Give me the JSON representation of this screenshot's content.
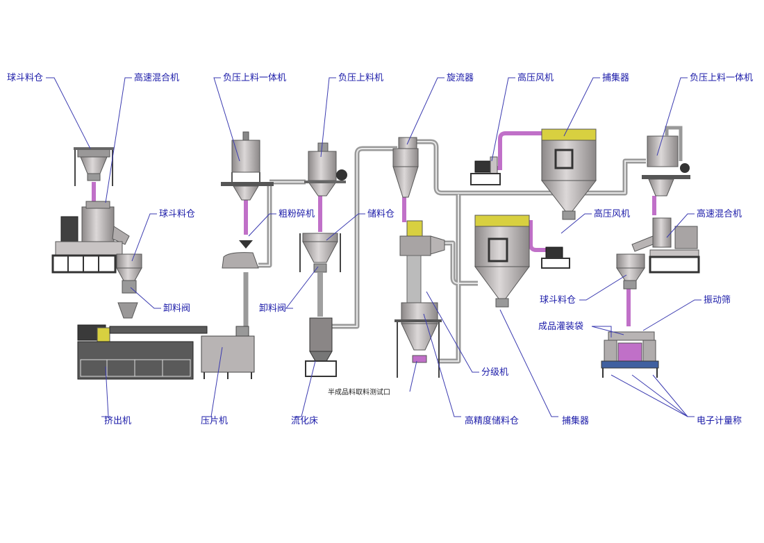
{
  "labels": {
    "hopper_1": "球斗料仓",
    "mixer_1": "高速混合机",
    "loader_integrated_1": "负压上料一体机",
    "loader_1": "负压上料机",
    "cyclone": "旋流器",
    "blower_1": "高压风机",
    "collector_1": "捕集器",
    "loader_integrated_2": "负压上料一体机",
    "hopper_2": "球斗料仓",
    "crusher": "粗粉碎机",
    "storage_bin": "储料仓",
    "blower_2": "高压风机",
    "mixer_2": "高速混合机",
    "discharge_valve_1": "卸料阀",
    "discharge_valve_2": "卸料阀",
    "hopper_3": "球斗料仓",
    "vibrating_screen": "振动筛",
    "finished_bagging": "成品灌装袋",
    "classifier": "分级机",
    "sampling_port": "半成品料取料测试口",
    "extruder": "挤出机",
    "tablet_press": "压片机",
    "fluid_bed": "流化床",
    "precision_bin": "高精度储料仓",
    "collector_2": "捕集器",
    "scale": "电子计量称"
  },
  "colors": {
    "label_text": "#1a1aa8",
    "leader_line": "#3a3ab0",
    "pipe": "#c8c8c8",
    "purple_pipe": "#c070c8",
    "machine_body": "#b8b4b4",
    "frame": "#505050",
    "yellow_cap": "#d8d040"
  }
}
